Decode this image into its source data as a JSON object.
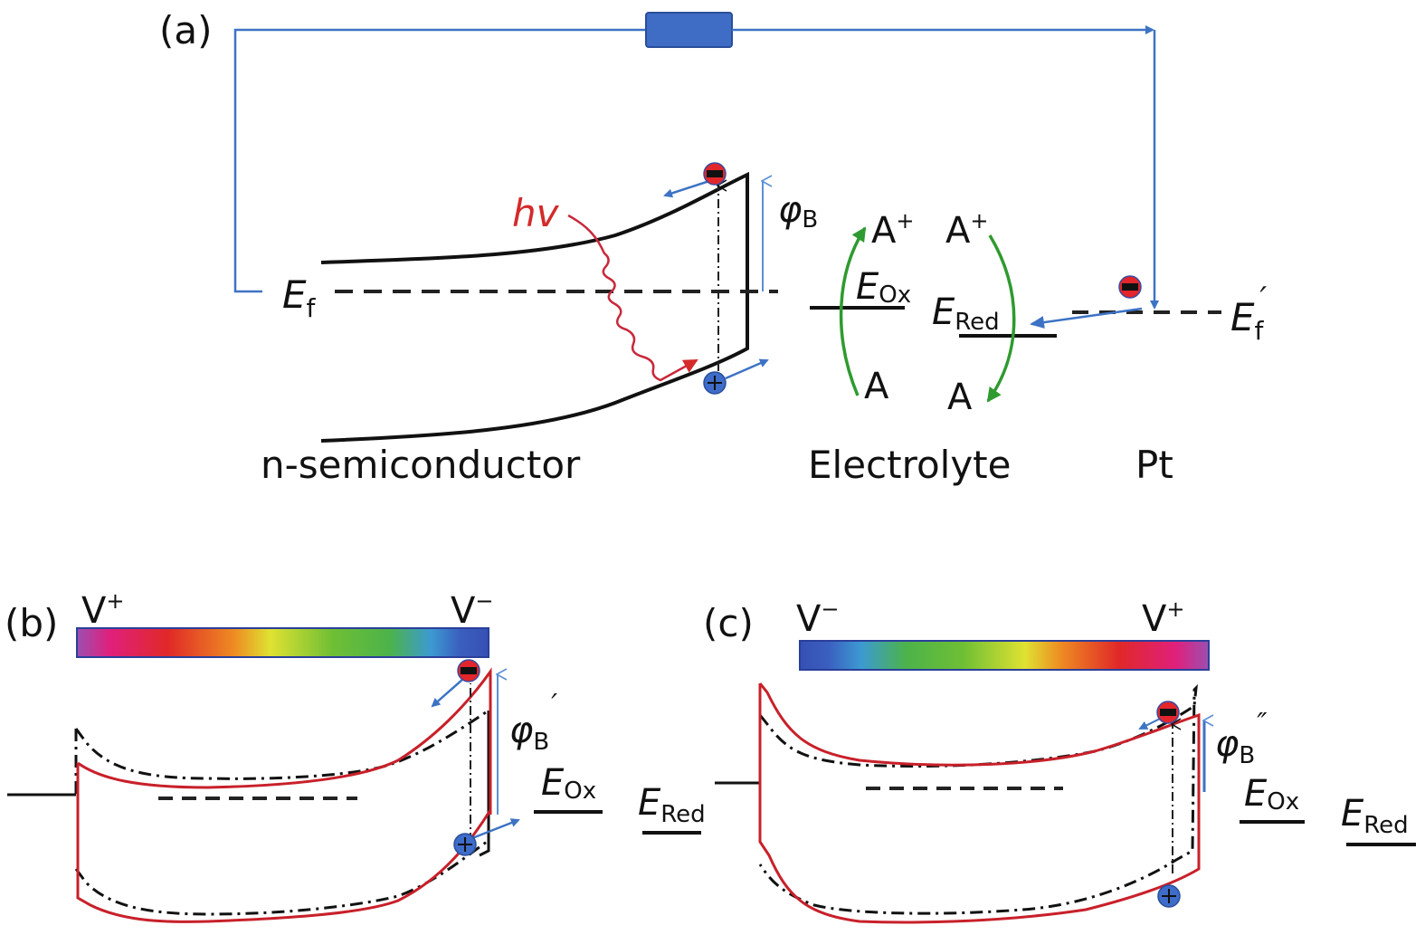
{
  "panels": {
    "a": {
      "label": "(a)",
      "hv": "hv",
      "phi": "φ",
      "phi_sub": "B",
      "ef": "E",
      "ef_sub": "f",
      "efp": "E",
      "efp_sub": "f",
      "efp_prime": "′",
      "eox": "E",
      "eox_sub": "Ox",
      "ered": "E",
      "ered_sub": "Red",
      "a_plus_left": "A",
      "a_plus_right": "A",
      "plus_sup": "+",
      "a_left": "A",
      "a_right": "A",
      "region_semiconductor": "n-semiconductor",
      "region_electrolyte": "Electrolyte",
      "region_pt": "Pt"
    },
    "b": {
      "label": "(b)",
      "v_left": "V",
      "v_left_sup": "+",
      "v_right": "V",
      "v_right_sup": "−",
      "phi": "φ",
      "phi_sub": "B",
      "phi_prime": "′",
      "eox": "E",
      "eox_sub": "Ox",
      "ered": "E",
      "ered_sub": "Red"
    },
    "c": {
      "label": "(c)",
      "v_left": "V",
      "v_left_sup": "−",
      "v_right": "V",
      "v_right_sup": "+",
      "phi": "φ",
      "phi_sub": "B",
      "phi_prime": "″",
      "eox": "E",
      "eox_sub": "Ox",
      "ered": "E",
      "ered_sub": "Red"
    }
  },
  "colors": {
    "circuit_blue": "#3d73c4",
    "band_black": "#111111",
    "band_red": "#c8202a",
    "photon_red": "#d42a2a",
    "redox_green": "#2f9a2f",
    "electron_red": "#e2262b",
    "hole_blue": "#3e6cc9"
  }
}
